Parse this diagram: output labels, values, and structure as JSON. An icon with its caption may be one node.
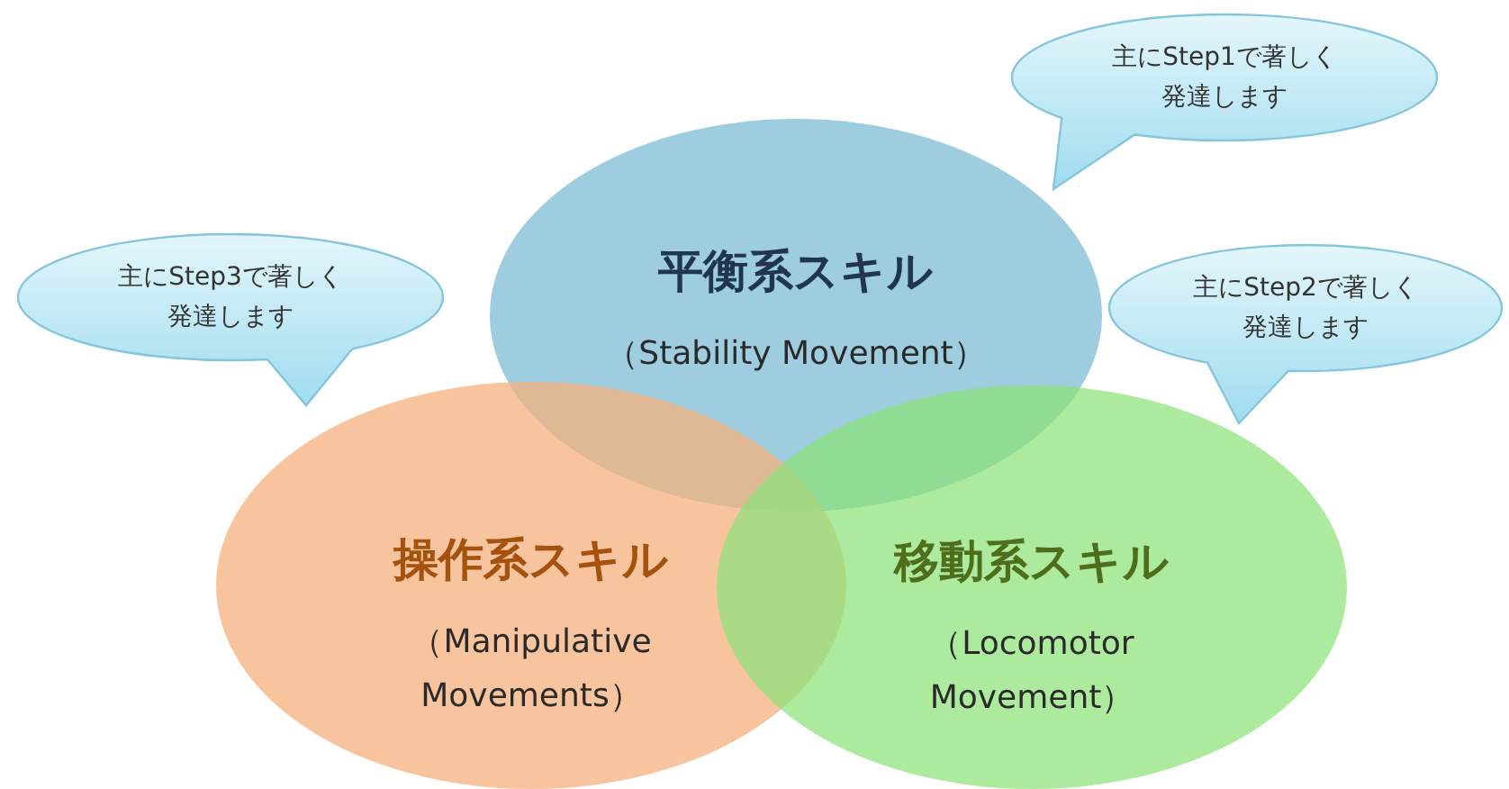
{
  "diagram": {
    "nodes": [
      {
        "text": [
          "主にStep1で著しく発達します"
        ]
      },
      {
        "text": [
          "平衡系スキル",
          "（Stability Movement）"
        ]
      },
      {
        "text": [
          "主にStep3で著しく発達します"
        ]
      },
      {
        "text": [
          "主にStep2で著しく発達します"
        ]
      },
      {
        "text": [
          "操作系スキル",
          "（Manipulative Movements）"
        ]
      },
      {
        "text": [
          "移動系スキル",
          "（Locomotor Movement）"
        ]
      }
    ]
  }
}
